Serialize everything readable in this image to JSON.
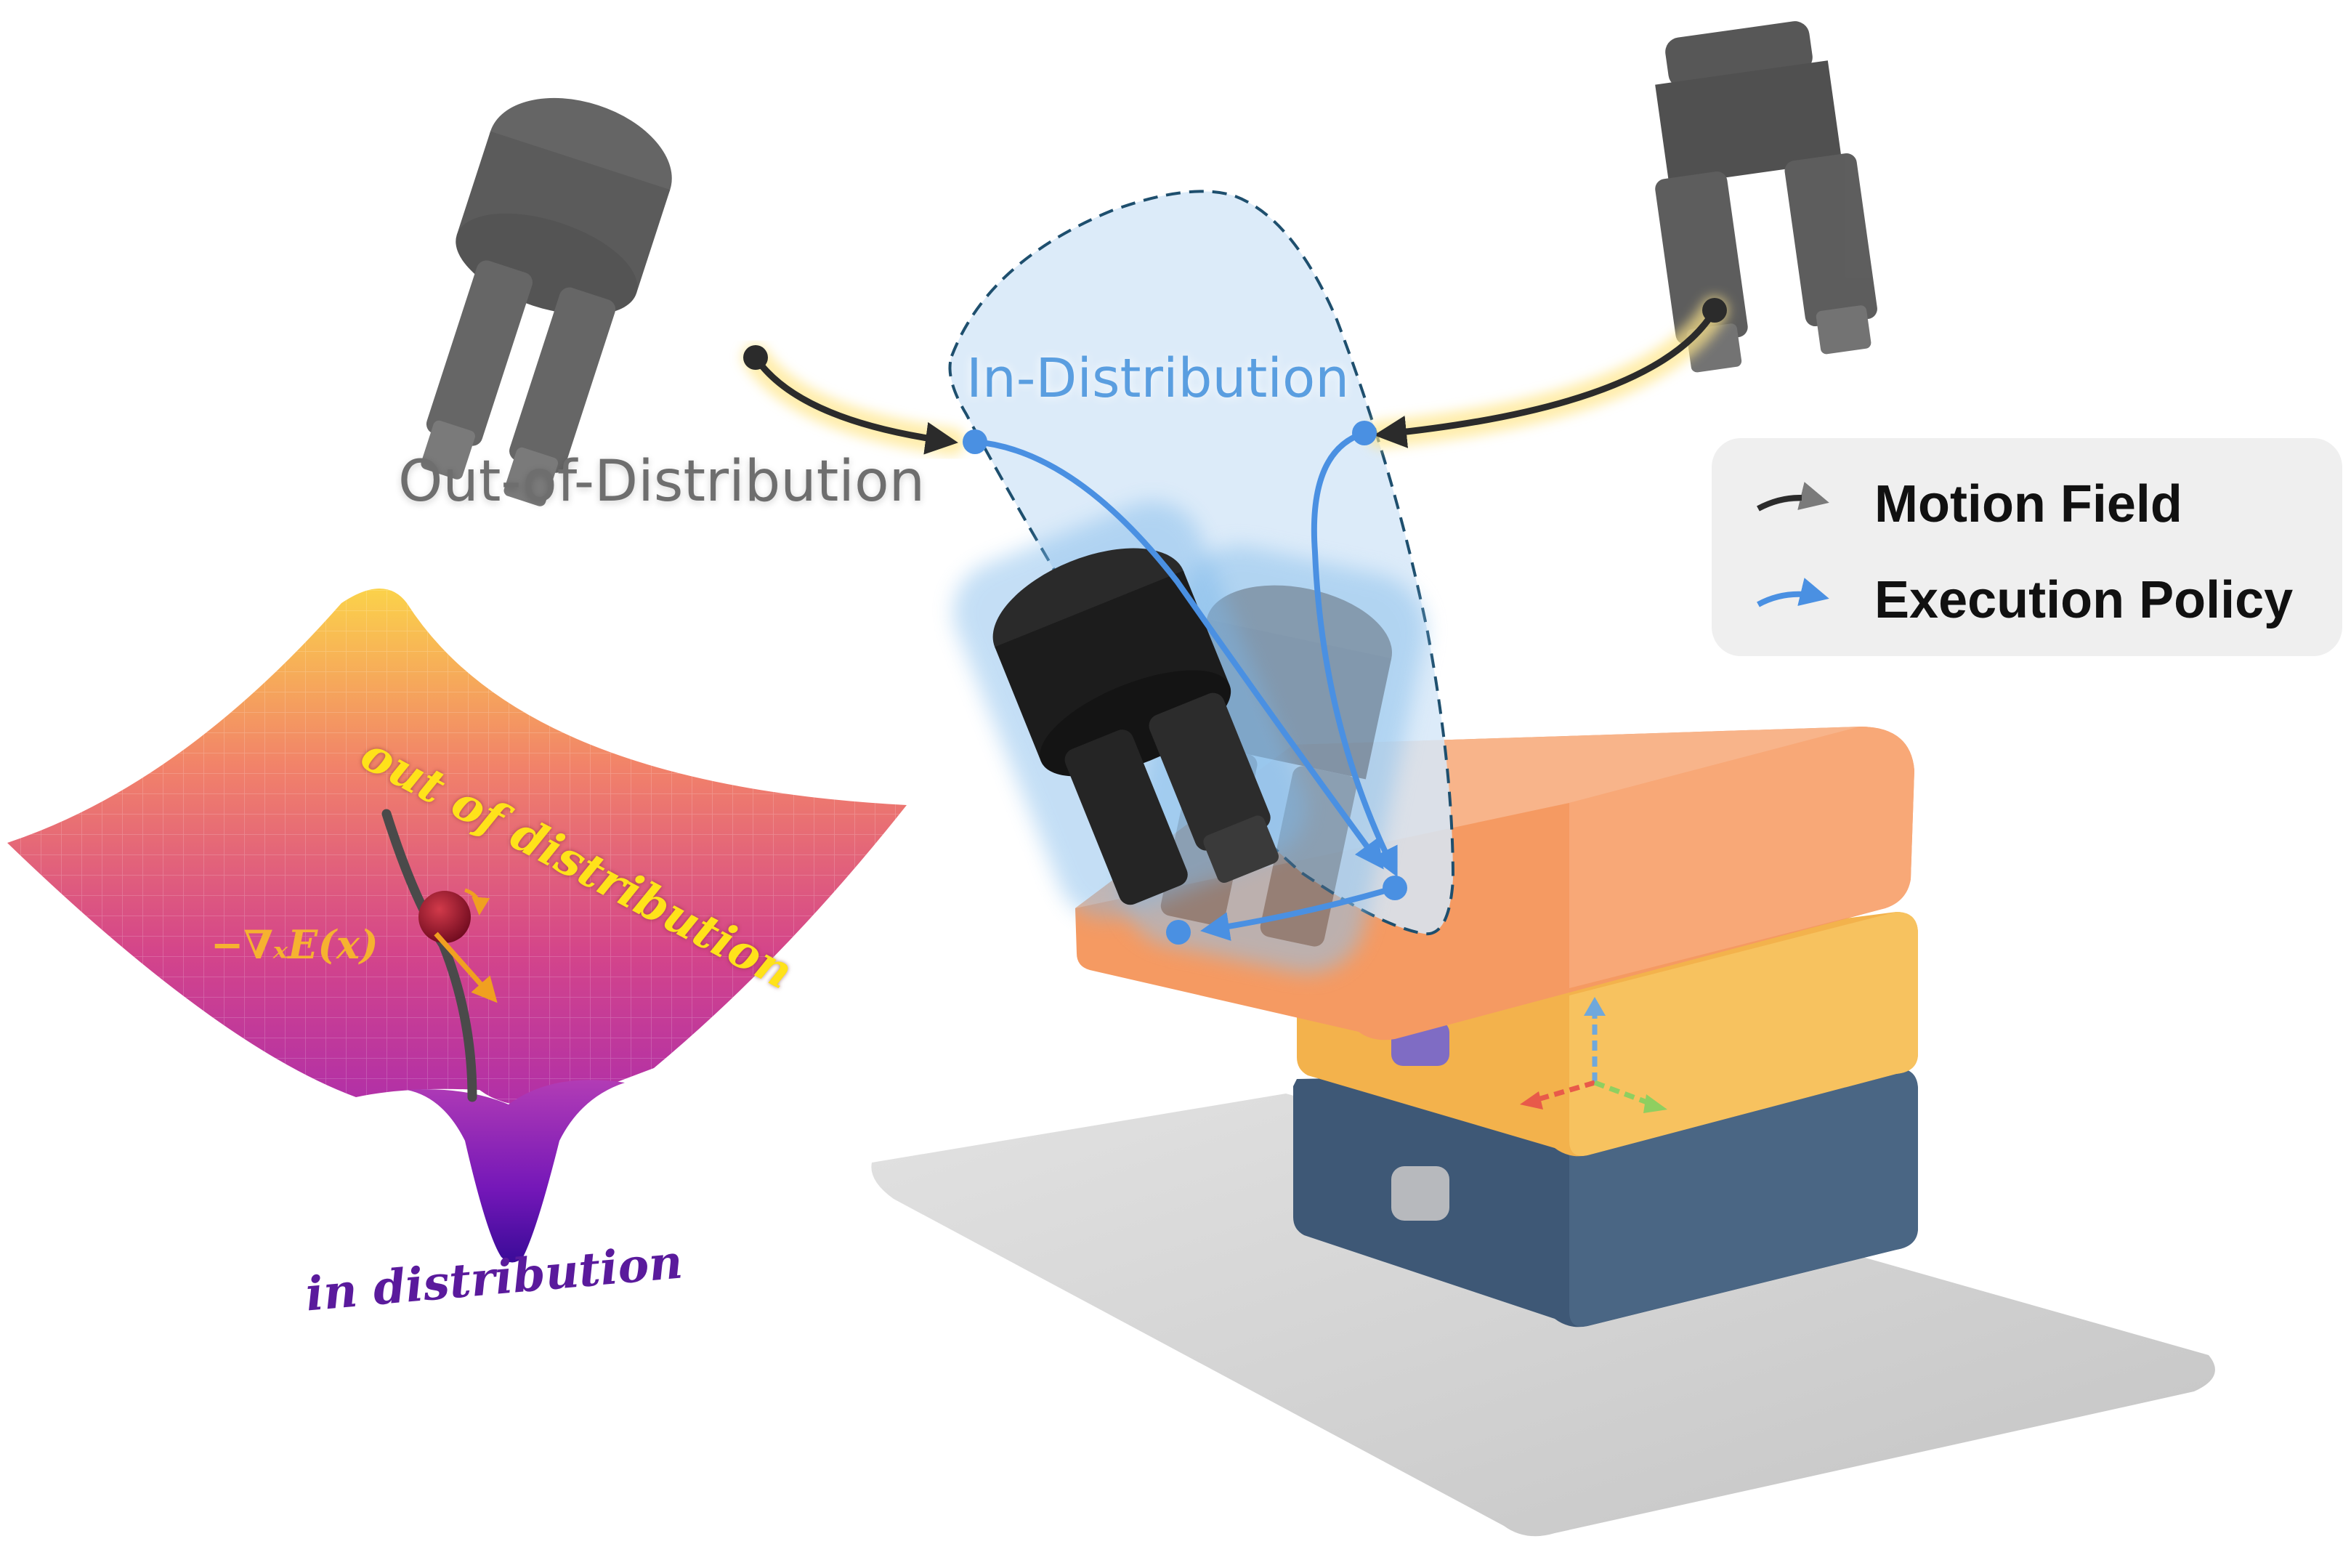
{
  "labels": {
    "out_of_distribution": "Out-of-Distribution",
    "in_distribution": "In-Distribution"
  },
  "legend": {
    "motion_field": "Motion Field",
    "execution_policy": "Execution Policy"
  },
  "energy_surface": {
    "top_label": "out of distribution",
    "bottom_label": "in distribution",
    "gradient_label": "−∇ₓE(x)"
  },
  "colors": {
    "motion_field": "#2b2b2b",
    "execution_policy": "#4a90e2",
    "in_distribution_region": "#d6e8f8",
    "region_border": "#1e4f6e",
    "drawer_top": "#f59a62",
    "drawer_middle": "#f3b24c",
    "drawer_bottom": "#3e5876",
    "mat": "#d4d4d4",
    "surface_high": "#f7c24e",
    "surface_mid": "#d8427a",
    "surface_low": "#4b10a0",
    "glow": "#ffe68a"
  },
  "icons": [
    "gripper-icon",
    "drawer-stack-icon",
    "energy-surface-icon",
    "axes-icon"
  ]
}
